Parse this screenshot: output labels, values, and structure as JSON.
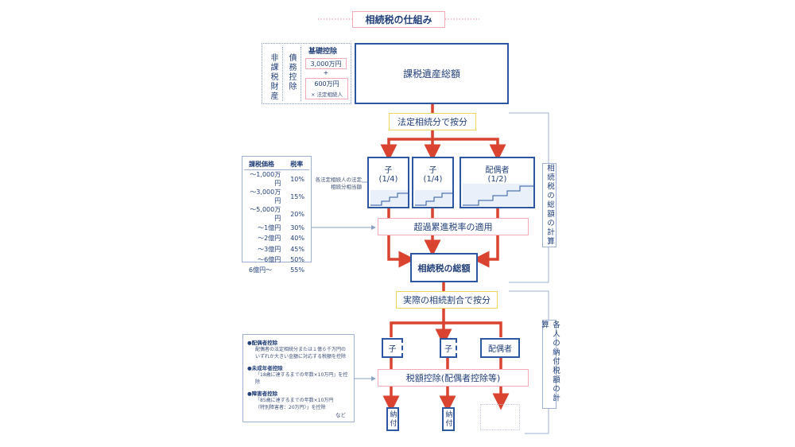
{
  "title": "相続税の仕組み",
  "non_taxable": {
    "label1": "非課税財産",
    "label2": "債務控除"
  },
  "basic_deduction": {
    "title": "基礎控除",
    "amount": "3,000万円",
    "plus": "+",
    "per_heir": "600万円",
    "times_label": "× 法定相続人"
  },
  "taxable_estate": "課税遺産総額",
  "statutory_split": "法定相続分で按分",
  "heirs_top": [
    {
      "name": "子",
      "share": "(1/4)"
    },
    {
      "name": "子",
      "share": "(1/4)"
    },
    {
      "name": "配偶者",
      "share": "(1/2)"
    }
  ],
  "heir_note": "各法定相続人の法定相続分相当額",
  "rate_table": {
    "headers": [
      "課税価格",
      "税率"
    ],
    "rows": [
      [
        "〜1,000万円",
        "10%"
      ],
      [
        "〜3,000万円",
        "15%"
      ],
      [
        "〜5,000万円",
        "20%"
      ],
      [
        "〜1億円",
        "30%"
      ],
      [
        "〜2億円",
        "40%"
      ],
      [
        "〜3億円",
        "45%"
      ],
      [
        "〜6億円",
        "50%"
      ],
      [
        "6億円〜",
        "55%"
      ]
    ]
  },
  "progressive": "超過累進税率の適用",
  "total_tax": "相続税の総額",
  "side_total": "相続税の総額の計算",
  "actual_split": "実際の相続割合で按分",
  "heirs_bottom": [
    "子",
    "子",
    "配偶者"
  ],
  "tax_credit": "税額控除(配偶者控除等)",
  "deductions": {
    "spouse_title": "●配偶者控除",
    "spouse_l1": "配偶者の法定相続分または１億６千万円の",
    "spouse_l2": "いずれか大きい金額に対応する税額を控除",
    "minor_title": "●未成年者控除",
    "minor_l1": "「18歳に達するまでの年数×10万円」を控除",
    "disabled_title": "●障害者控除",
    "disabled_l1": "「85歳に達するまでの年数×10万円",
    "disabled_l2": "（特別障害者：20万円）」を控除",
    "etc": "など"
  },
  "payment": [
    "納付",
    "納付"
  ],
  "side_each": "各人の納付税額の計算",
  "colors": {
    "navy": "#2d58a1",
    "red": "#d9432f",
    "pink": "#f2a9b8",
    "yellow": "#f0d65a",
    "light": "#9fb2d3"
  }
}
